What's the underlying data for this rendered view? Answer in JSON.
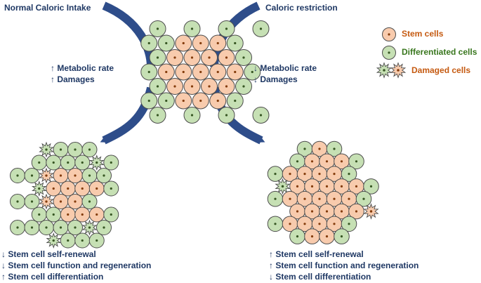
{
  "titles": {
    "normal": "Normal Caloric Intake",
    "restriction": "Caloric restriction"
  },
  "effects": {
    "normal": [
      {
        "arrow": "↑",
        "text": "Metabolic rate"
      },
      {
        "arrow": "↑",
        "text": "Damages"
      }
    ],
    "restriction": [
      {
        "arrow": "↓",
        "text": "Metabolic rate"
      },
      {
        "arrow": "↓",
        "text": "Damages"
      }
    ]
  },
  "outcomes": {
    "normal": [
      {
        "arrow": "↓",
        "text": "Stem cell self-renewal"
      },
      {
        "arrow": "↓",
        "text": "Stem cell function and regeneration"
      },
      {
        "arrow": "↑",
        "text": "Stem cell differentiation"
      }
    ],
    "restriction": [
      {
        "arrow": "↑",
        "text": "Stem cell self-renewal"
      },
      {
        "arrow": "↑",
        "text": "Stem cell function and regeneration"
      },
      {
        "arrow": "↓",
        "text": "Stem cell differentiation"
      }
    ]
  },
  "legend": [
    {
      "label": "Stem cells",
      "icon": "stem-cell-icon",
      "color": "#C55A11"
    },
    {
      "label": "Differentiated cells",
      "icon": "differentiated-cell-icon",
      "color": "#38761D"
    },
    {
      "label": "Damaged cells",
      "icon": "damaged-cell-icon",
      "color": "#C55A11"
    }
  ],
  "colors": {
    "text_navy": "#1F3864",
    "arrow": "#2E4D8A",
    "stem_fill": "#F8CBAD",
    "stem_stroke": "#4D4D4D",
    "stem_nucleus": "#843C0C",
    "diff_fill": "#C6E0B4",
    "diff_stroke": "#4D4D4D",
    "diff_nucleus": "#375623",
    "damaged_stem_fill": "#F8CBAD",
    "damaged_diff_fill": "#C6E0B4"
  }
}
